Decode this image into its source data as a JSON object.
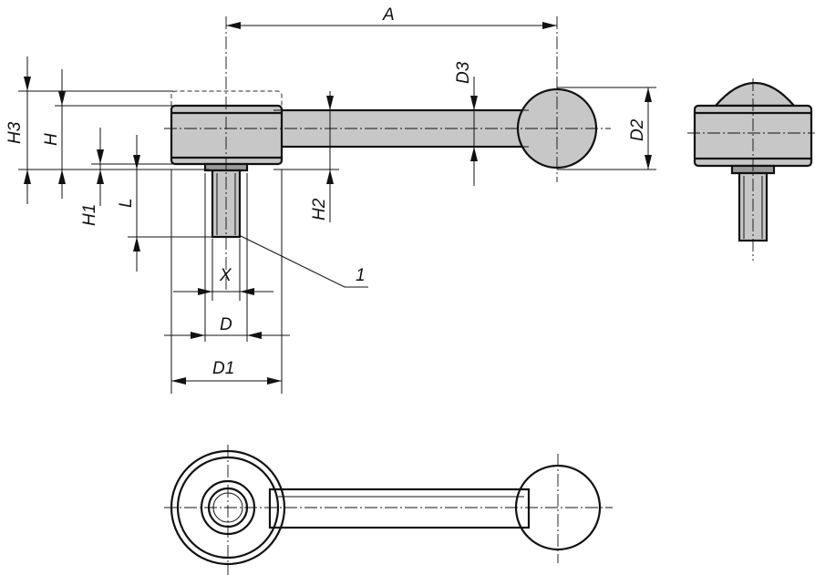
{
  "labels": {
    "A": "A",
    "D3": "D3",
    "D2": "D2",
    "H3": "H3",
    "H": "H",
    "H1": "H1",
    "L": "L",
    "H2": "H2",
    "X": "X",
    "D": "D",
    "D1": "D1",
    "item1": "1"
  }
}
